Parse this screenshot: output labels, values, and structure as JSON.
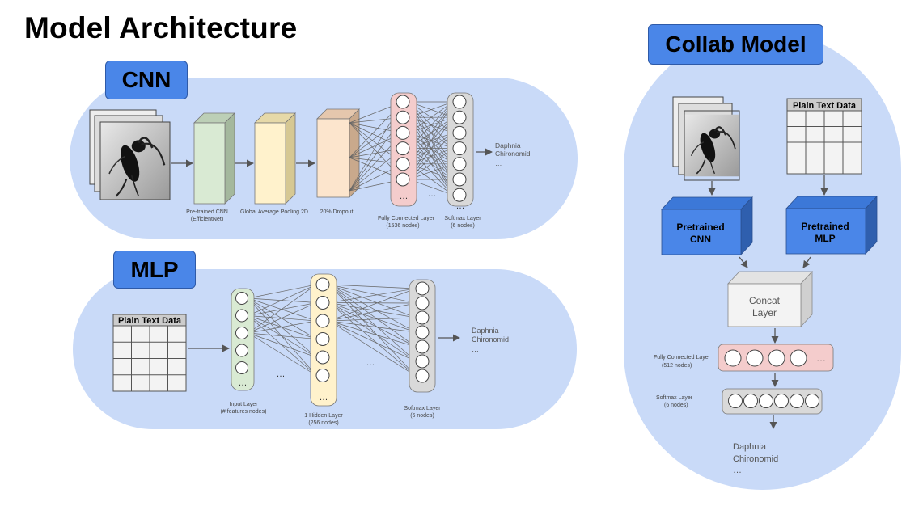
{
  "page": {
    "title": "Model Architecture"
  },
  "cnn": {
    "tag": "CNN",
    "layers": {
      "pretrained": [
        "Pre-trained CNN",
        "(EfficientNet)"
      ],
      "gap": "Global Average Pooling 2D",
      "dropout": "20% Dropout",
      "fc": [
        "Fully Connected Layer",
        "(1536 nodes)"
      ],
      "softmax": [
        "Softmax Layer",
        "(6 nodes)"
      ]
    },
    "ellipsis": "…",
    "outputs": [
      "Daphnia",
      "Chironomid",
      "…"
    ]
  },
  "mlp": {
    "tag": "MLP",
    "table_header": "Plain Text Data",
    "layers": {
      "input": [
        "Input Layer",
        "(# features nodes)"
      ],
      "hidden": [
        "1 Hidden Layer",
        "(256 nodes)"
      ],
      "softmax": [
        "Softmax Layer",
        "(6 nodes)"
      ]
    },
    "ellipsis": "…",
    "outputs": [
      "Daphnia",
      "Chironomid",
      "…"
    ]
  },
  "collab": {
    "tag": "Collab Model",
    "table_header": "Plain Text Data",
    "pretrained_cnn": [
      "Pretrained",
      "CNN"
    ],
    "pretrained_mlp": [
      "Pretrained",
      "MLP"
    ],
    "concat": [
      "Concat",
      "Layer"
    ],
    "fc_label": [
      "Fully Connected Layer",
      "(512 nodes)"
    ],
    "softmax_label": [
      "Softmax Layer",
      "(6 nodes)"
    ],
    "ellipsis": "…",
    "outputs": [
      "Daphnia",
      "Chironomid",
      "…"
    ]
  },
  "colors": {
    "panel": "#c9daf8",
    "tag": "#4a86e8",
    "pretrained_box": "#d9ead3",
    "pooling_box": "#fff2cc",
    "dropout_box": "#fce5cd",
    "fc_layer": "#f4cccc",
    "softmax_layer": "#d9d9d9",
    "input_layer": "#d9ead3",
    "hidden_layer": "#fff2cc",
    "pretrained_3d": "#4a86e8",
    "concat_box": "#f3f3f3"
  }
}
